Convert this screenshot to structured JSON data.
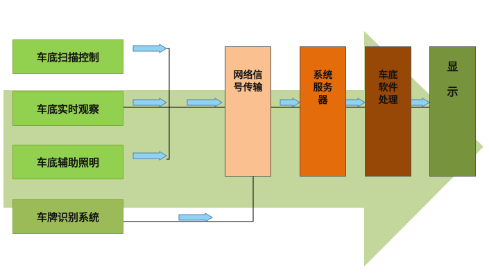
{
  "inputs": [
    {
      "label": "车底扫描控制",
      "color": "#92d050"
    },
    {
      "label": "车底实时观察",
      "color": "#92d050"
    },
    {
      "label": "车底辅助照明",
      "color": "#92d050"
    },
    {
      "label": "车牌识别系统",
      "color": "#9bbb59"
    }
  ],
  "stages": [
    {
      "label": "网络信\n号传输",
      "color": "#fac090"
    },
    {
      "label": "系统\n服务\n器",
      "color": "#e46c0a"
    },
    {
      "label": "车底\n软件\n处理",
      "color": "#974806"
    },
    {
      "label": "显\n\n示",
      "color": "#77933c"
    }
  ],
  "colors": {
    "background_arrow": "#c3d69b",
    "small_arrow_fill": "#8fd3f0",
    "small_arrow_stroke": "#4f81bd",
    "connector": "#000000"
  }
}
